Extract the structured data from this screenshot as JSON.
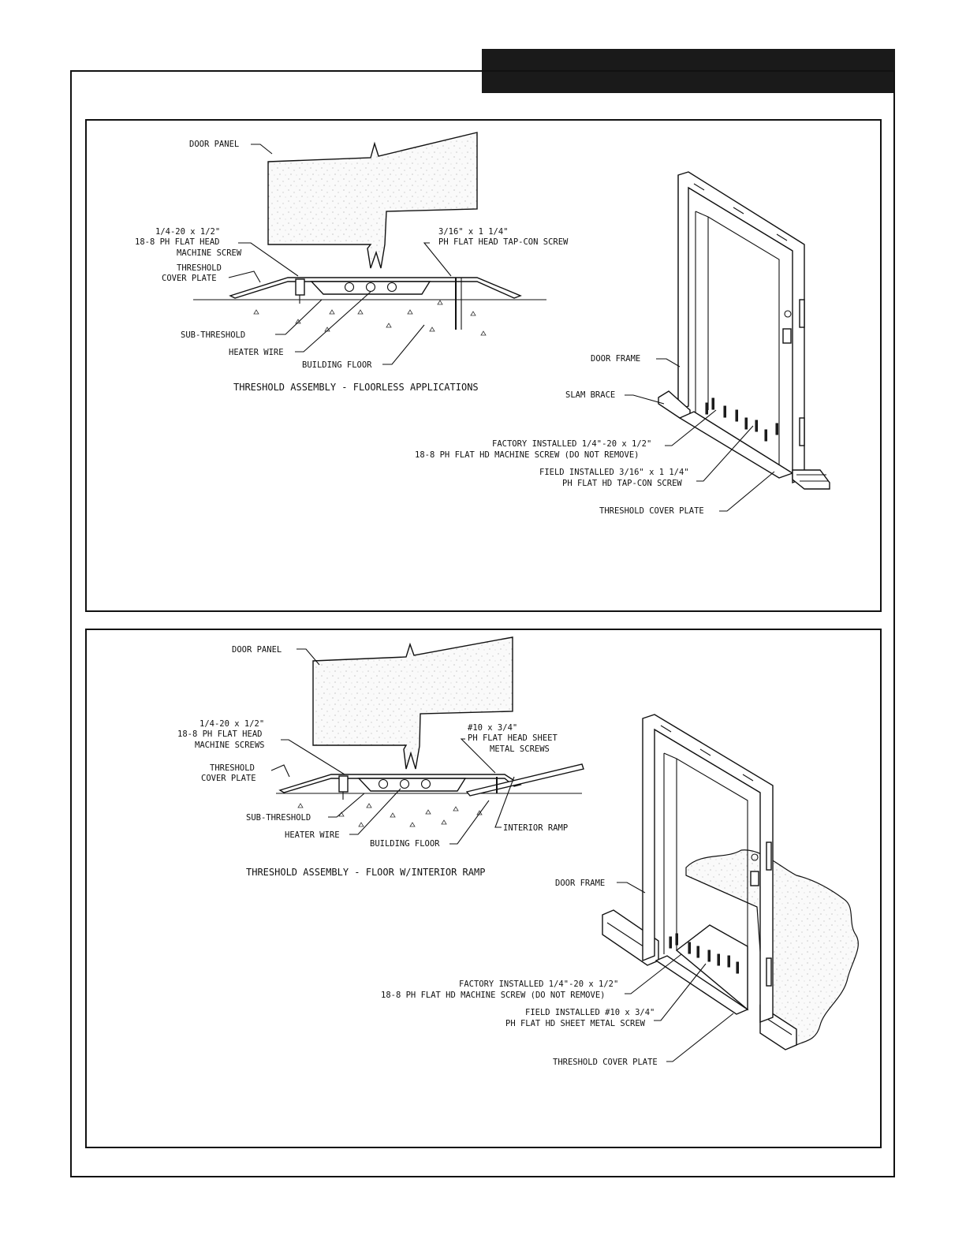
{
  "colors": {
    "ink": "#111111",
    "header_bar": "#1a1a1a",
    "panel_fill": "#f3f3f3"
  },
  "top": {
    "labels": {
      "door_panel": "DOOR PANEL",
      "machine_screw_1": "1/4-20 x 1/2\"",
      "machine_screw_2": "18-8 PH FLAT HEAD",
      "machine_screw_3": "MACHINE SCREW",
      "tapcon_1": "3/16\" x 1 1/4\"",
      "tapcon_2": "PH FLAT HEAD TAP-CON SCREW",
      "cover_plate_1": "THRESHOLD",
      "cover_plate_2": "COVER PLATE",
      "sub_threshold": "SUB-THRESHOLD",
      "heater_wire": "HEATER WIRE",
      "building_floor": "BUILDING FLOOR",
      "caption": "THRESHOLD ASSEMBLY - FLOORLESS APPLICATIONS",
      "door_frame": "DOOR FRAME",
      "slam_brace": "SLAM BRACE",
      "factory_1": "FACTORY INSTALLED 1/4\"-20 x 1/2\"",
      "factory_2": "18-8 PH FLAT HD MACHINE SCREW (DO NOT REMOVE)",
      "field_1": "FIELD INSTALLED 3/16\" x 1 1/4\"",
      "field_2": "PH FLAT HD TAP-CON SCREW",
      "cover_plate_iso": "THRESHOLD COVER PLATE"
    }
  },
  "bottom": {
    "labels": {
      "door_panel": "DOOR PANEL",
      "machine_screw_1": "1/4-20 x 1/2\"",
      "machine_screw_2": "18-8 PH FLAT HEAD",
      "machine_screw_3": "MACHINE SCREWS",
      "sheet_metal_1": "#10 x 3/4\"",
      "sheet_metal_2": "PH FLAT HEAD SHEET",
      "sheet_metal_3": "METAL SCREWS",
      "cover_plate_1": "THRESHOLD",
      "cover_plate_2": "COVER PLATE",
      "sub_threshold": "SUB-THRESHOLD",
      "heater_wire": "HEATER WIRE",
      "building_floor": "BUILDING FLOOR",
      "interior_ramp": "INTERIOR RAMP",
      "caption": "THRESHOLD ASSEMBLY - FLOOR W/INTERIOR RAMP",
      "door_frame": "DOOR FRAME",
      "factory_1": "FACTORY INSTALLED 1/4\"-20 x 1/2\"",
      "factory_2": "18-8 PH FLAT HD MACHINE SCREW (DO NOT REMOVE)",
      "field_1": "FIELD INSTALLED #10 x 3/4\"",
      "field_2": "PH FLAT HD SHEET METAL SCREW",
      "cover_plate_iso": "THRESHOLD COVER PLATE"
    }
  }
}
